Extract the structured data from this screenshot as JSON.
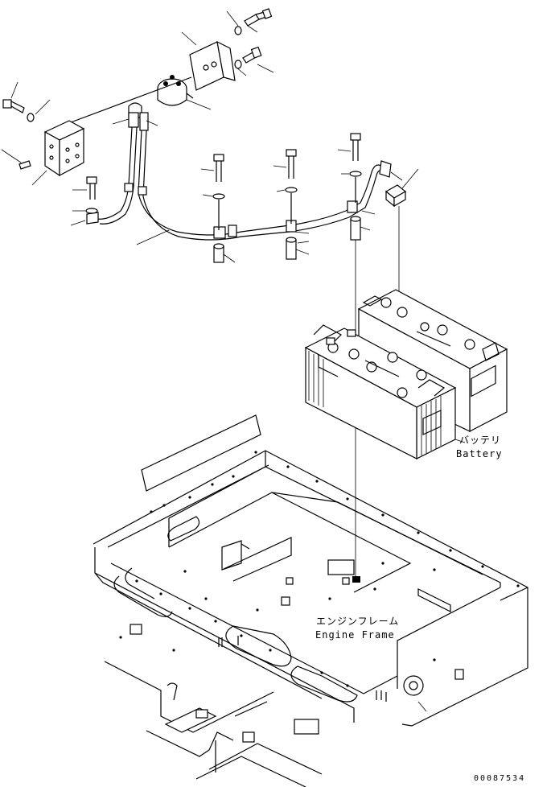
{
  "labels": {
    "battery_jp": "バッテリ",
    "battery_en": "Battery",
    "engine_frame_jp": "エンジンフレーム",
    "engine_frame_en": "Engine Frame",
    "drawing_number": "00087534"
  },
  "icons": [
    "bolt-icon",
    "washer-icon",
    "battery-relay-icon",
    "cable-icon",
    "battery-icon",
    "engine-frame-icon"
  ]
}
